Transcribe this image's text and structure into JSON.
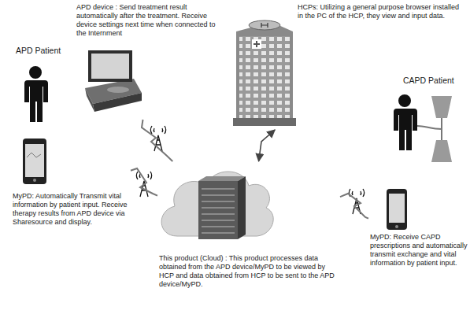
{
  "diagram": {
    "nodes": [
      {
        "text": [
          "APD Patient"
        ]
      },
      {
        "text": [
          "APD device : Send treatment result automatically after the treatment. Receive device settings next time when connected to the Internment"
        ]
      },
      {
        "text": [
          "MyPD: Automatically Transmit vital information by patient input. Receive therapy results from APD device via Sharesource and display."
        ]
      },
      {
        "text": [
          "HCPs: Utilizing a general purpose browser installed in the PC of the HCP, they view and input data."
        ]
      },
      {
        "text": [
          "This product (Cloud) : This product processes data obtained from the APD device/MyPD to be viewed by HCP and data obtained from HCP to be sent to the APD device/MyPD."
        ]
      },
      {
        "text": [
          "CAPD Patient"
        ]
      },
      {
        "text": [
          "MyPD: Receive CAPD prescriptions and automatically transmit exchange and vital information by patient input."
        ]
      }
    ],
    "edges": [
      {
        "from": 1,
        "to": 4,
        "arrow": "none"
      },
      {
        "from": 2,
        "to": 4,
        "arrow": "none"
      },
      {
        "from": 3,
        "to": 4,
        "arrow": "both"
      },
      {
        "from": 4,
        "to": 6,
        "arrow": "none"
      }
    ]
  }
}
